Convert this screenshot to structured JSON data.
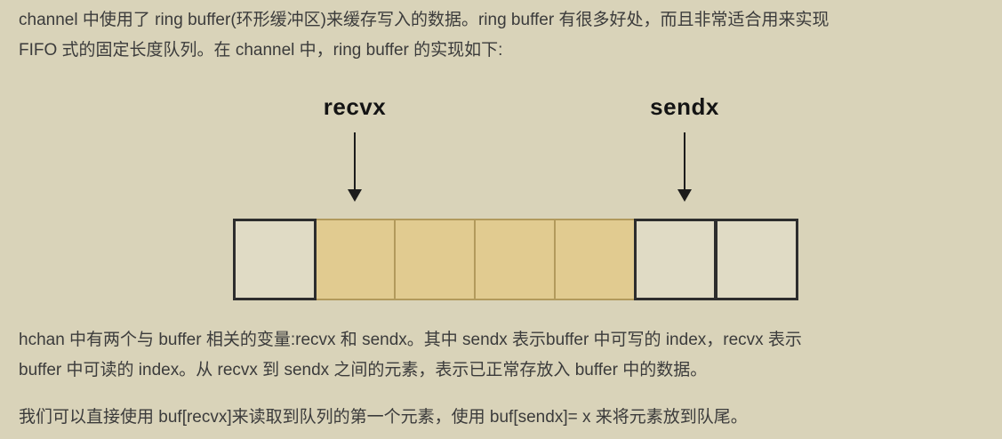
{
  "page": {
    "background_color": "#d9d3b9",
    "text_color": "#3b3b3b"
  },
  "paragraphs": {
    "intro": {
      "lines": [
        "channel 中使用了 ring buffer(环形缓冲区)来缓存写入的数据。ring buffer 有很多好处，而且非常适合用来实现",
        "FIFO 式的固定长度队列。在 channel 中，ring buffer 的实现如下:"
      ]
    },
    "variables": {
      "lines": [
        "hchan 中有两个与 buffer 相关的变量:recvx 和 sendx。其中 sendx 表示buffer 中可写的 index，recvx 表示",
        "buffer 中可读的 index。从 recvx 到 sendx 之间的元素，表示已正常存放入 buffer 中的数据。"
      ]
    },
    "usage": {
      "lines": [
        "我们可以直接使用 buf[recvx]来读取到队列的第一个元素，使用 buf[sendx]= x 来将元素放到队尾。"
      ]
    }
  },
  "diagram": {
    "recvx_label": "recvx",
    "sendx_label": "sendx",
    "recvx_points_to_cell": 1,
    "sendx_points_to_cell": 5,
    "cells": [
      {
        "index": 0,
        "filled": false
      },
      {
        "index": 1,
        "filled": true
      },
      {
        "index": 2,
        "filled": true
      },
      {
        "index": 3,
        "filled": true
      },
      {
        "index": 4,
        "filled": true
      },
      {
        "index": 5,
        "filled": false
      },
      {
        "index": 6,
        "filled": false
      }
    ],
    "colors": {
      "filled_cell": "#e1cb90",
      "filled_cell_border": "#b29a5c",
      "empty_cell": "#e0dbc5",
      "empty_cell_border": "#2d2d2d",
      "arrow": "#1c1c1c",
      "label": "#141414"
    }
  }
}
